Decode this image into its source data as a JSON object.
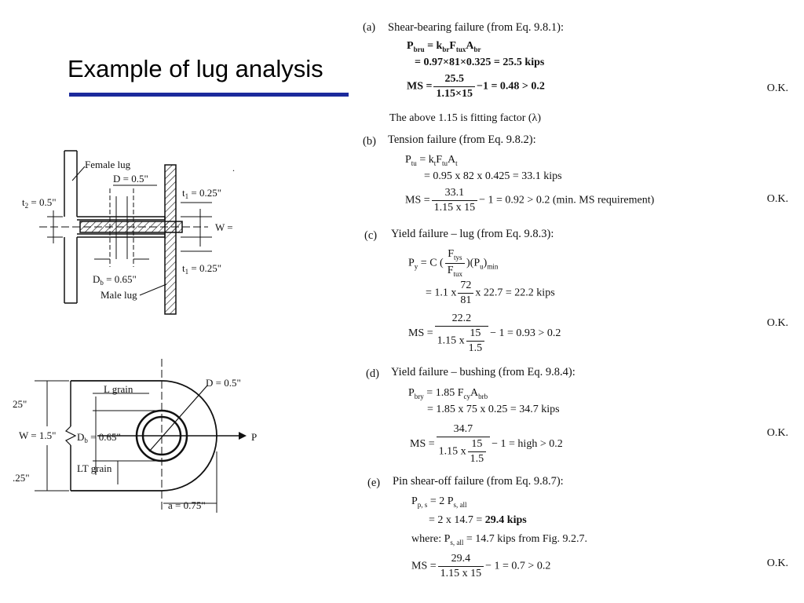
{
  "slide": {
    "title": "Example of lug analysis"
  },
  "figure_top": {
    "female_lug": "Female lug",
    "D": "D = 0.5\"",
    "t2": "t",
    "t2_sub": "2",
    "t2_val": " = 0.5\"",
    "t1a": "t",
    "t1a_sub": "1",
    "t1a_val": " = 0.25\"",
    "W": "W =",
    "Db": "D",
    "Db_sub": "b",
    "Db_val": " = 0.65\"",
    "t1b": "t",
    "t1b_sub": "1",
    "t1b_val": " = 0.25\"",
    "male_lug": "Male lug",
    "dot": "."
  },
  "figure_bottom": {
    "left_top": "25\"",
    "left_w": "W = 1.5\"",
    "left_bot": ".25\"",
    "l_grain": "L grain",
    "D": "D = 0.5\"",
    "Db": "D",
    "Db_sub": "b",
    "Db_val": " = 0.65\"",
    "P": "P",
    "lt_grain": "LT grain",
    "a": "a = 0.75\""
  },
  "sections": {
    "a": {
      "label": "(a)",
      "heading": "Shear-bearing failure (from Eq. 9.8.1):",
      "eq1_a": "P",
      "eq1_a_sub": "bru",
      "eq1_b": " = k",
      "eq1_b_sub": "br",
      "eq1_c": "F",
      "eq1_c_sub": "tux",
      "eq1_d": "A",
      "eq1_d_sub": "br",
      "eq2": "= 0.97×81×0.325 = 25.5  kips",
      "ms_prefix": "MS =",
      "ms_num": "25.5",
      "ms_den": "1.15×15",
      "ms_suffix": "−1 = 0.48 > 0.2",
      "note": "The above 1.15 is fitting factor (λ)",
      "ok": "O.K."
    },
    "b": {
      "label": "(b)",
      "heading": "Tension failure (from Eq. 9.8.2):",
      "eq1_a": "P",
      "eq1_a_sub": "tu",
      "eq1_b": "  = k",
      "eq1_b_sub": "t",
      "eq1_c": "F",
      "eq1_c_sub": "tu",
      "eq1_d": "A",
      "eq1_d_sub": "t",
      "eq2": "= 0.95 x 82 x 0.425 = 33.1 kips",
      "ms_prefix": "MS =",
      "ms_num": "33.1",
      "ms_den": "1.15 x 15",
      "ms_suffix": "− 1 = 0.92 > 0.2  (min. MS requirement)",
      "ok": "O.K."
    },
    "c": {
      "label": "(c)",
      "heading": "Yield failure – lug (from Eq. 9.8.3):",
      "eq1_a": "P",
      "eq1_a_sub": "y",
      "eq1_b": " = C (",
      "eq1_num": "F",
      "eq1_num_sub": "tys",
      "eq1_den": "F",
      "eq1_den_sub": "tux",
      "eq1_c": ")(P",
      "eq1_c_sub": "u",
      "eq1_d": ")",
      "eq1_d_sub": "min",
      "eq2_a": "= 1.1 x",
      "eq2_num": "72",
      "eq2_den": "81",
      "eq2_b": "x 22.7 = 22.2 kips",
      "ms_prefix": "MS =",
      "ms_num": "22.2",
      "ms_den_a": "1.15 x",
      "ms_den_num": "15",
      "ms_den_den": "1.5",
      "ms_suffix": "− 1 = 0.93 > 0.2",
      "ok": "O.K."
    },
    "d": {
      "label": "(d)",
      "heading": "Yield failure – bushing (from Eq. 9.8.4):",
      "eq1_a": "P",
      "eq1_a_sub": "bry",
      "eq1_b": " = 1.85 F",
      "eq1_b_sub": "cy",
      "eq1_c": "A",
      "eq1_c_sub": "brb",
      "eq2": "= 1.85 x 75 x 0.25 = 34.7 kips",
      "ms_prefix": "MS =",
      "ms_num": "34.7",
      "ms_den_a": "1.15 x",
      "ms_den_num": "15",
      "ms_den_den": "1.5",
      "ms_suffix": "− 1 = high > 0.2",
      "ok": "O.K."
    },
    "e": {
      "label": "(e)",
      "heading": "Pin shear-off failure (from Eq. 9.8.7):",
      "eq1_a": "P",
      "eq1_a_sub": "p, s",
      "eq1_b": " = 2 P",
      "eq1_b_sub": "s, all",
      "eq2_a": "= 2 x 14.7 = ",
      "eq2_b": "29.4 kips",
      "where_a": "where:    P",
      "where_sub": "s, all",
      "where_b": " = 14.7 kips from Fig. 9.2.7.",
      "ms_prefix": "MS =",
      "ms_num": "29.4",
      "ms_den": "1.15 x 15",
      "ms_suffix": "− 1 = 0.7 > 0.2",
      "ok": "O.K."
    }
  }
}
